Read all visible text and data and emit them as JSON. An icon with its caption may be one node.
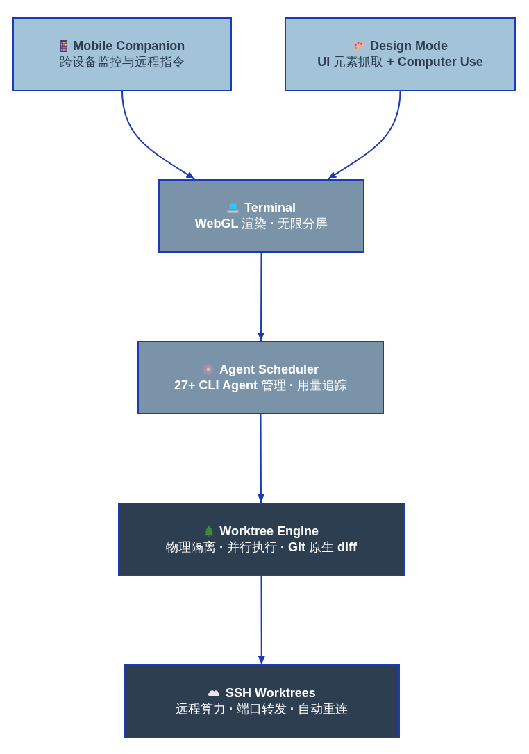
{
  "diagram": {
    "nodes": [
      {
        "text": [
          "Mobile Companion",
          "跨设备监控与远程指令"
        ]
      },
      {
        "text": [
          "Design Mode",
          "UI 元素抓取 + Computer Use"
        ]
      },
      {
        "text": [
          "Terminal",
          "WebGL 渲染 · 无限分屏"
        ]
      },
      {
        "text": [
          "Agent Scheduler",
          "27+ CLI Agent 管理 · 用量追踪"
        ]
      },
      {
        "text": [
          "Worktree Engine",
          "物理隔离 · 并行执行 · Git 原生 diff"
        ]
      },
      {
        "text": [
          "SSH Worktrees",
          "远程算力 · 端口转发 · 自动重连"
        ]
      }
    ],
    "edges": [
      {
        "from": 0,
        "to": 2,
        "arrow": "to"
      },
      {
        "from": 1,
        "to": 2,
        "arrow": "to"
      },
      {
        "from": 2,
        "to": 3,
        "arrow": "to"
      },
      {
        "from": 3,
        "to": 4,
        "arrow": "to"
      },
      {
        "from": 4,
        "to": 5,
        "arrow": "to"
      }
    ]
  }
}
